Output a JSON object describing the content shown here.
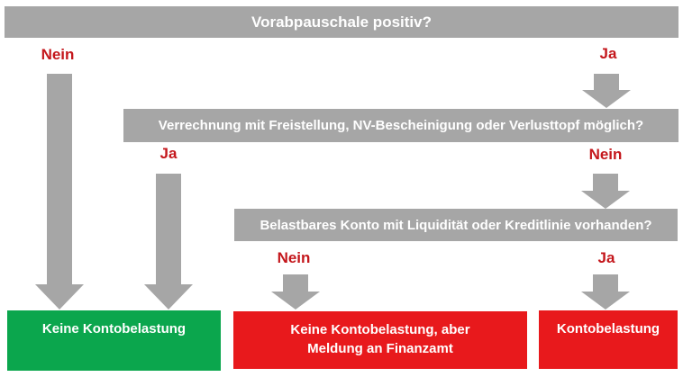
{
  "diagram": {
    "type": "decision-flowchart",
    "language": "de",
    "questions": {
      "q1": "Vorabpauschale positiv?",
      "q2": "Verrechnung mit Freistellung, NV-Bescheinigung oder Verlusttopf möglich?",
      "q3": "Belastbares Konto mit Liquidität oder Kreditlinie vorhanden?"
    },
    "branch_labels": {
      "q1_no": "Nein",
      "q1_yes": "Ja",
      "q2_yes": "Ja",
      "q2_no": "Nein",
      "q3_no": "Nein",
      "q3_yes": "Ja"
    },
    "outcomes": {
      "green": "Keine Kontobelastung",
      "red_mid_line1": "Keine Kontobelastung, aber",
      "red_mid_line2": "Meldung an Finanzamt",
      "red_right": "Kontobelastung"
    },
    "colors": {
      "bar_gray": "#a6a6a6",
      "arrow_gray": "#a6a6a6",
      "label_red": "#c4171c",
      "outcome_red": "#e8191c",
      "outcome_green": "#0ba64d",
      "bar_text": "#ffffff",
      "background": "#ffffff"
    }
  }
}
